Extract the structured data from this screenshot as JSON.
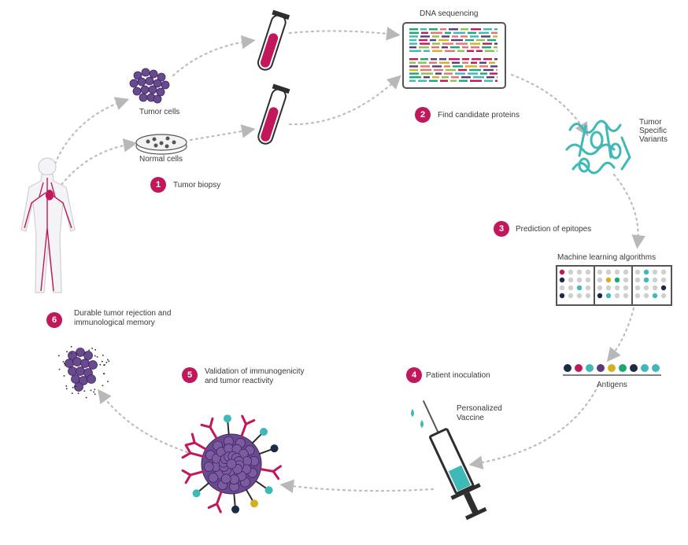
{
  "labels": {
    "tumor_cells": "Tumor cells",
    "normal_cells": "Normal cells",
    "dna_sequencing": "DNA sequencing",
    "tumor_specific_variants": [
      "Tumor",
      "Specific",
      "Variants"
    ],
    "machine_learning": "Machine learning algorithms",
    "antigens": "Antigens",
    "personalized_vaccine": [
      "Personalized",
      "Vaccine"
    ]
  },
  "steps": [
    {
      "number": "1",
      "text": [
        "Tumor biopsy"
      ]
    },
    {
      "number": "2",
      "text": [
        "Find candidate proteins"
      ]
    },
    {
      "number": "3",
      "text": [
        "Prediction of epitopes"
      ]
    },
    {
      "number": "4",
      "text": [
        "Patient inoculation"
      ]
    },
    {
      "number": "5",
      "text": [
        "Validation of immunogenicity",
        "and tumor reactivity"
      ]
    },
    {
      "number": "6",
      "text": [
        "Durable tumor rejection and",
        "immunological memory"
      ]
    }
  ],
  "colors": {
    "magenta": "#c2185b",
    "teal": "#3fb8b8",
    "purple": "#5b3a7a",
    "navy": "#1c2a4a",
    "yellow": "#d4b020",
    "green": "#19a974",
    "gray_arrow": "#b8b8b8",
    "body_outline": "#cfcfd6"
  }
}
